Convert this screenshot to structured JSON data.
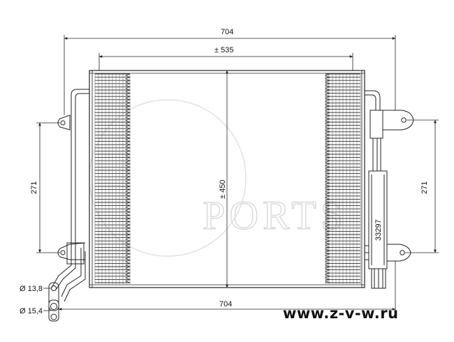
{
  "dimensions": {
    "width_top": "704",
    "core_width": "± 535",
    "core_height": "± 450",
    "left_mount_spacing": "271",
    "right_mount_spacing": "271",
    "width_bottom": "704",
    "pipe_diameter_upper": "Ø 13,8",
    "pipe_diameter_lower": "Ø 15,4"
  },
  "part_number": "33297",
  "watermark": "PORTS",
  "website": "www.z-v-w.ru"
}
